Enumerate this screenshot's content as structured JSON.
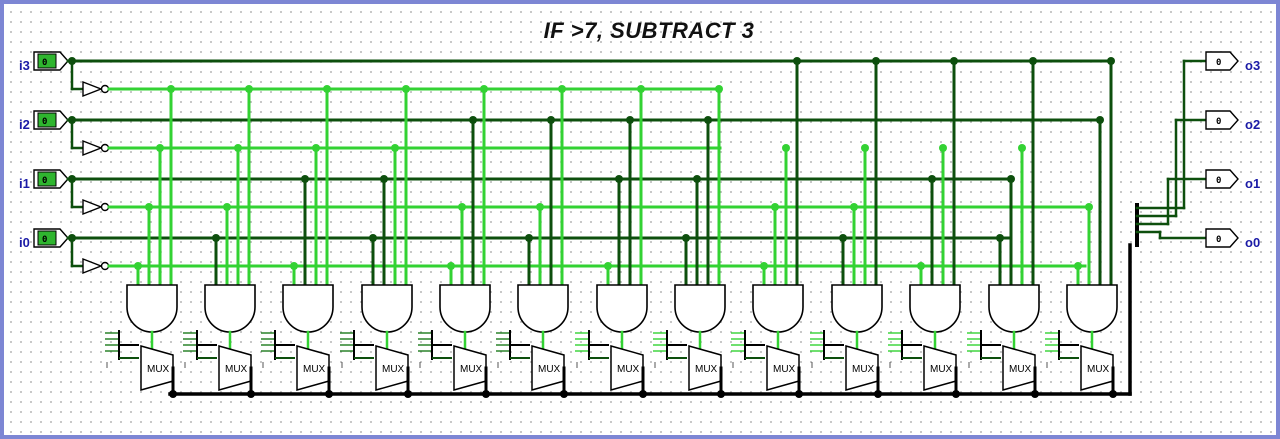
{
  "title": "IF >7, SUBTRACT 3",
  "inputs": [
    {
      "label": "i3",
      "value": "0"
    },
    {
      "label": "i2",
      "value": "0"
    },
    {
      "label": "i1",
      "value": "0"
    },
    {
      "label": "i0",
      "value": "0"
    }
  ],
  "outputs": [
    {
      "label": "o3",
      "value": "0"
    },
    {
      "label": "o2",
      "value": "0"
    },
    {
      "label": "o1",
      "value": "0"
    },
    {
      "label": "o0",
      "value": "0"
    }
  ],
  "mux_label": "MUX",
  "mux_select_value": "X0",
  "gate_count": 13,
  "colors": {
    "wire_dark": "#0d4f0d",
    "wire_light": "#33d233",
    "wire_black": "#000000",
    "pin_label": "#1a1aa6",
    "frame": "#7d86d4"
  }
}
